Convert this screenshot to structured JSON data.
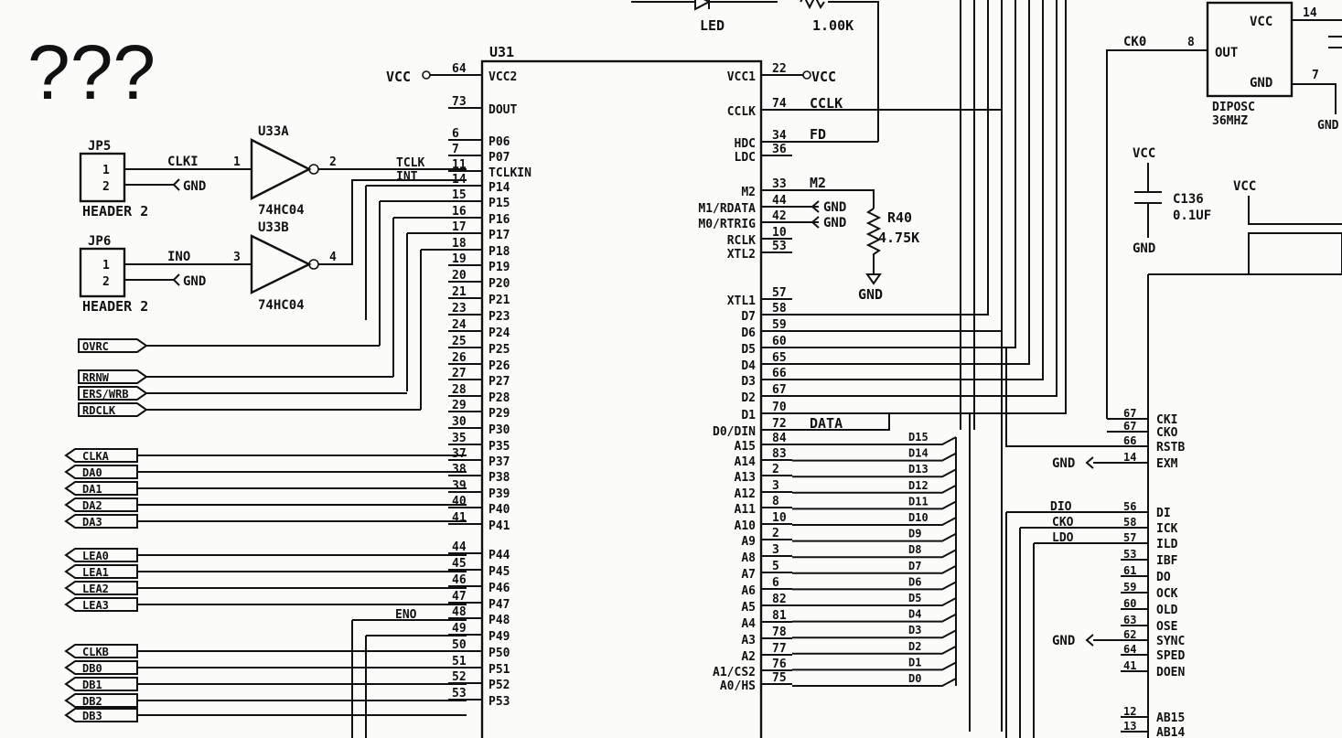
{
  "overlay_title": "???",
  "colors": {
    "title": "#8b1a1a",
    "ink": "#111111",
    "paper": "#fbfbf9"
  },
  "u31": {
    "ref": "U31",
    "left_pins": [
      {
        "num": "64",
        "name": "VCC2"
      },
      {
        "num": "73",
        "name": "DOUT"
      },
      {
        "num": "6",
        "name": "P06"
      },
      {
        "num": "7",
        "name": "P07"
      },
      {
        "num": "11",
        "name": "TCLKIN"
      },
      {
        "num": "14",
        "name": "P14"
      },
      {
        "num": "15",
        "name": "P15"
      },
      {
        "num": "16",
        "name": "P16"
      },
      {
        "num": "17",
        "name": "P17"
      },
      {
        "num": "18",
        "name": "P18"
      },
      {
        "num": "19",
        "name": "P19"
      },
      {
        "num": "20",
        "name": "P20"
      },
      {
        "num": "21",
        "name": "P21"
      },
      {
        "num": "23",
        "name": "P23"
      },
      {
        "num": "24",
        "name": "P24"
      },
      {
        "num": "25",
        "name": "P25"
      },
      {
        "num": "26",
        "name": "P26"
      },
      {
        "num": "27",
        "name": "P27"
      },
      {
        "num": "28",
        "name": "P28"
      },
      {
        "num": "29",
        "name": "P29"
      },
      {
        "num": "30",
        "name": "P30"
      },
      {
        "num": "35",
        "name": "P35"
      },
      {
        "num": "37",
        "name": "P37"
      },
      {
        "num": "38",
        "name": "P38"
      },
      {
        "num": "39",
        "name": "P39"
      },
      {
        "num": "40",
        "name": "P40"
      },
      {
        "num": "41",
        "name": "P41"
      },
      {
        "num": "44",
        "name": "P44"
      },
      {
        "num": "45",
        "name": "P45"
      },
      {
        "num": "46",
        "name": "P46"
      },
      {
        "num": "47",
        "name": "P47"
      },
      {
        "num": "48",
        "name": "P48"
      },
      {
        "num": "49",
        "name": "P49"
      },
      {
        "num": "50",
        "name": "P50"
      },
      {
        "num": "51",
        "name": "P51"
      },
      {
        "num": "52",
        "name": "P52"
      },
      {
        "num": "53",
        "name": "P53"
      }
    ],
    "right_pins": [
      {
        "num": "22",
        "name": "VCC1"
      },
      {
        "num": "74",
        "name": "CCLK"
      },
      {
        "num": "34",
        "name": "HDC"
      },
      {
        "num": "36",
        "name": "LDC"
      },
      {
        "num": "33",
        "name": "M2"
      },
      {
        "num": "44",
        "name": "M1/RDATA"
      },
      {
        "num": "42",
        "name": "M0/RTRIG"
      },
      {
        "num": "10",
        "name": "RCLK"
      },
      {
        "num": "53",
        "name": "XTL2"
      },
      {
        "num": "57",
        "name": "XTL1"
      },
      {
        "num": "58",
        "name": "D7"
      },
      {
        "num": "59",
        "name": "D6"
      },
      {
        "num": "60",
        "name": "D5"
      },
      {
        "num": "65",
        "name": "D4"
      },
      {
        "num": "66",
        "name": "D3"
      },
      {
        "num": "67",
        "name": "D2"
      },
      {
        "num": "70",
        "name": "D1"
      },
      {
        "num": "72",
        "name": "D0/DIN"
      },
      {
        "num": "84",
        "name": "A15"
      },
      {
        "num": "83",
        "name": "A14"
      },
      {
        "num": "2",
        "name": "A13"
      },
      {
        "num": "3",
        "name": "A12"
      },
      {
        "num": "8",
        "name": "A11"
      },
      {
        "num": "10",
        "name": "A10"
      },
      {
        "num": "2",
        "name": "A9"
      },
      {
        "num": "3",
        "name": "A8"
      },
      {
        "num": "5",
        "name": "A7"
      },
      {
        "num": "6",
        "name": "A6"
      },
      {
        "num": "82",
        "name": "A5"
      },
      {
        "num": "81",
        "name": "A4"
      },
      {
        "num": "78",
        "name": "A3"
      },
      {
        "num": "77",
        "name": "A2"
      },
      {
        "num": "76",
        "name": "A1/CS2"
      },
      {
        "num": "75",
        "name": "A0/HS"
      }
    ],
    "net_labels": {
      "vcc_left": "VCC",
      "vcc_right": "VCC",
      "cclk": "CCLK",
      "fd": "FD",
      "m2": "M2",
      "gnd1": "GND",
      "gnd2": "GND",
      "data": "DATA",
      "tclk": "TCLK",
      "int": "INT",
      "eno": "ENO"
    }
  },
  "jp5": {
    "ref": "JP5",
    "value": "HEADER 2",
    "pin1": "1",
    "pin2": "2",
    "net": "CLKI",
    "gnd": "GND"
  },
  "jp6": {
    "ref": "JP6",
    "value": "HEADER 2",
    "pin1": "1",
    "pin2": "2",
    "net": "INO",
    "gnd": "GND"
  },
  "u33a": {
    "ref": "U33A",
    "value": "74HC04",
    "in_pin": "1",
    "out_pin": "2"
  },
  "u33b": {
    "ref": "U33B",
    "value": "74HC04",
    "in_pin": "3",
    "out_pin": "4"
  },
  "port_labels": [
    "OVRC",
    "RRNW",
    "ERS/WRB",
    "RDCLK",
    "CLKA",
    "DA0",
    "DA1",
    "DA2",
    "DA3",
    "LEA0",
    "LEA1",
    "LEA2",
    "LEA3",
    "CLKB",
    "DB0",
    "DB1",
    "DB2",
    "DB3"
  ],
  "bus_labels": [
    "D15",
    "D14",
    "D13",
    "D12",
    "D11",
    "D10",
    "D9",
    "D8",
    "D7",
    "D6",
    "D5",
    "D4",
    "D3",
    "D2",
    "D1",
    "D0"
  ],
  "top": {
    "led": "LED",
    "resistor": "1.00K"
  },
  "r40": {
    "ref": "R40",
    "value": "4.75K",
    "gnd": "GND"
  },
  "osc": {
    "ref": "DIPOSC",
    "value": "36MHZ",
    "vcc": "VCC",
    "out": "OUT",
    "gnd": "GND",
    "pin_out": "8",
    "pin_vcc": "14",
    "pin_gnd": "7",
    "net": "CK0",
    "gnd_sym": "GND"
  },
  "cap": {
    "ref": "C136",
    "value": "0.1UF",
    "vcc": "VCC",
    "gnd": "GND",
    "vcc2": "VCC"
  },
  "u_right": {
    "pins": [
      {
        "num": "67",
        "name": "CKI"
      },
      {
        "num": "67",
        "name": "CKO"
      },
      {
        "num": "66",
        "name": "RSTB"
      },
      {
        "num": "14",
        "name": "EXM"
      },
      {
        "num": "56",
        "name": "DI"
      },
      {
        "num": "58",
        "name": "ICK"
      },
      {
        "num": "57",
        "name": "ILD"
      },
      {
        "num": "53",
        "name": "IBF"
      },
      {
        "num": "61",
        "name": "DO"
      },
      {
        "num": "59",
        "name": "OCK"
      },
      {
        "num": "60",
        "name": "OLD"
      },
      {
        "num": "63",
        "name": "OSE"
      },
      {
        "num": "62",
        "name": "SYNC"
      },
      {
        "num": "64",
        "name": "SPED"
      },
      {
        "num": "41",
        "name": "DOEN"
      },
      {
        "num": "12",
        "name": "AB15"
      },
      {
        "num": "13",
        "name": "AB14"
      }
    ],
    "nets": {
      "dio": "DIO",
      "cko": "CKO",
      "ldo": "LDO",
      "gnd1": "GND",
      "gnd2": "GND"
    }
  }
}
